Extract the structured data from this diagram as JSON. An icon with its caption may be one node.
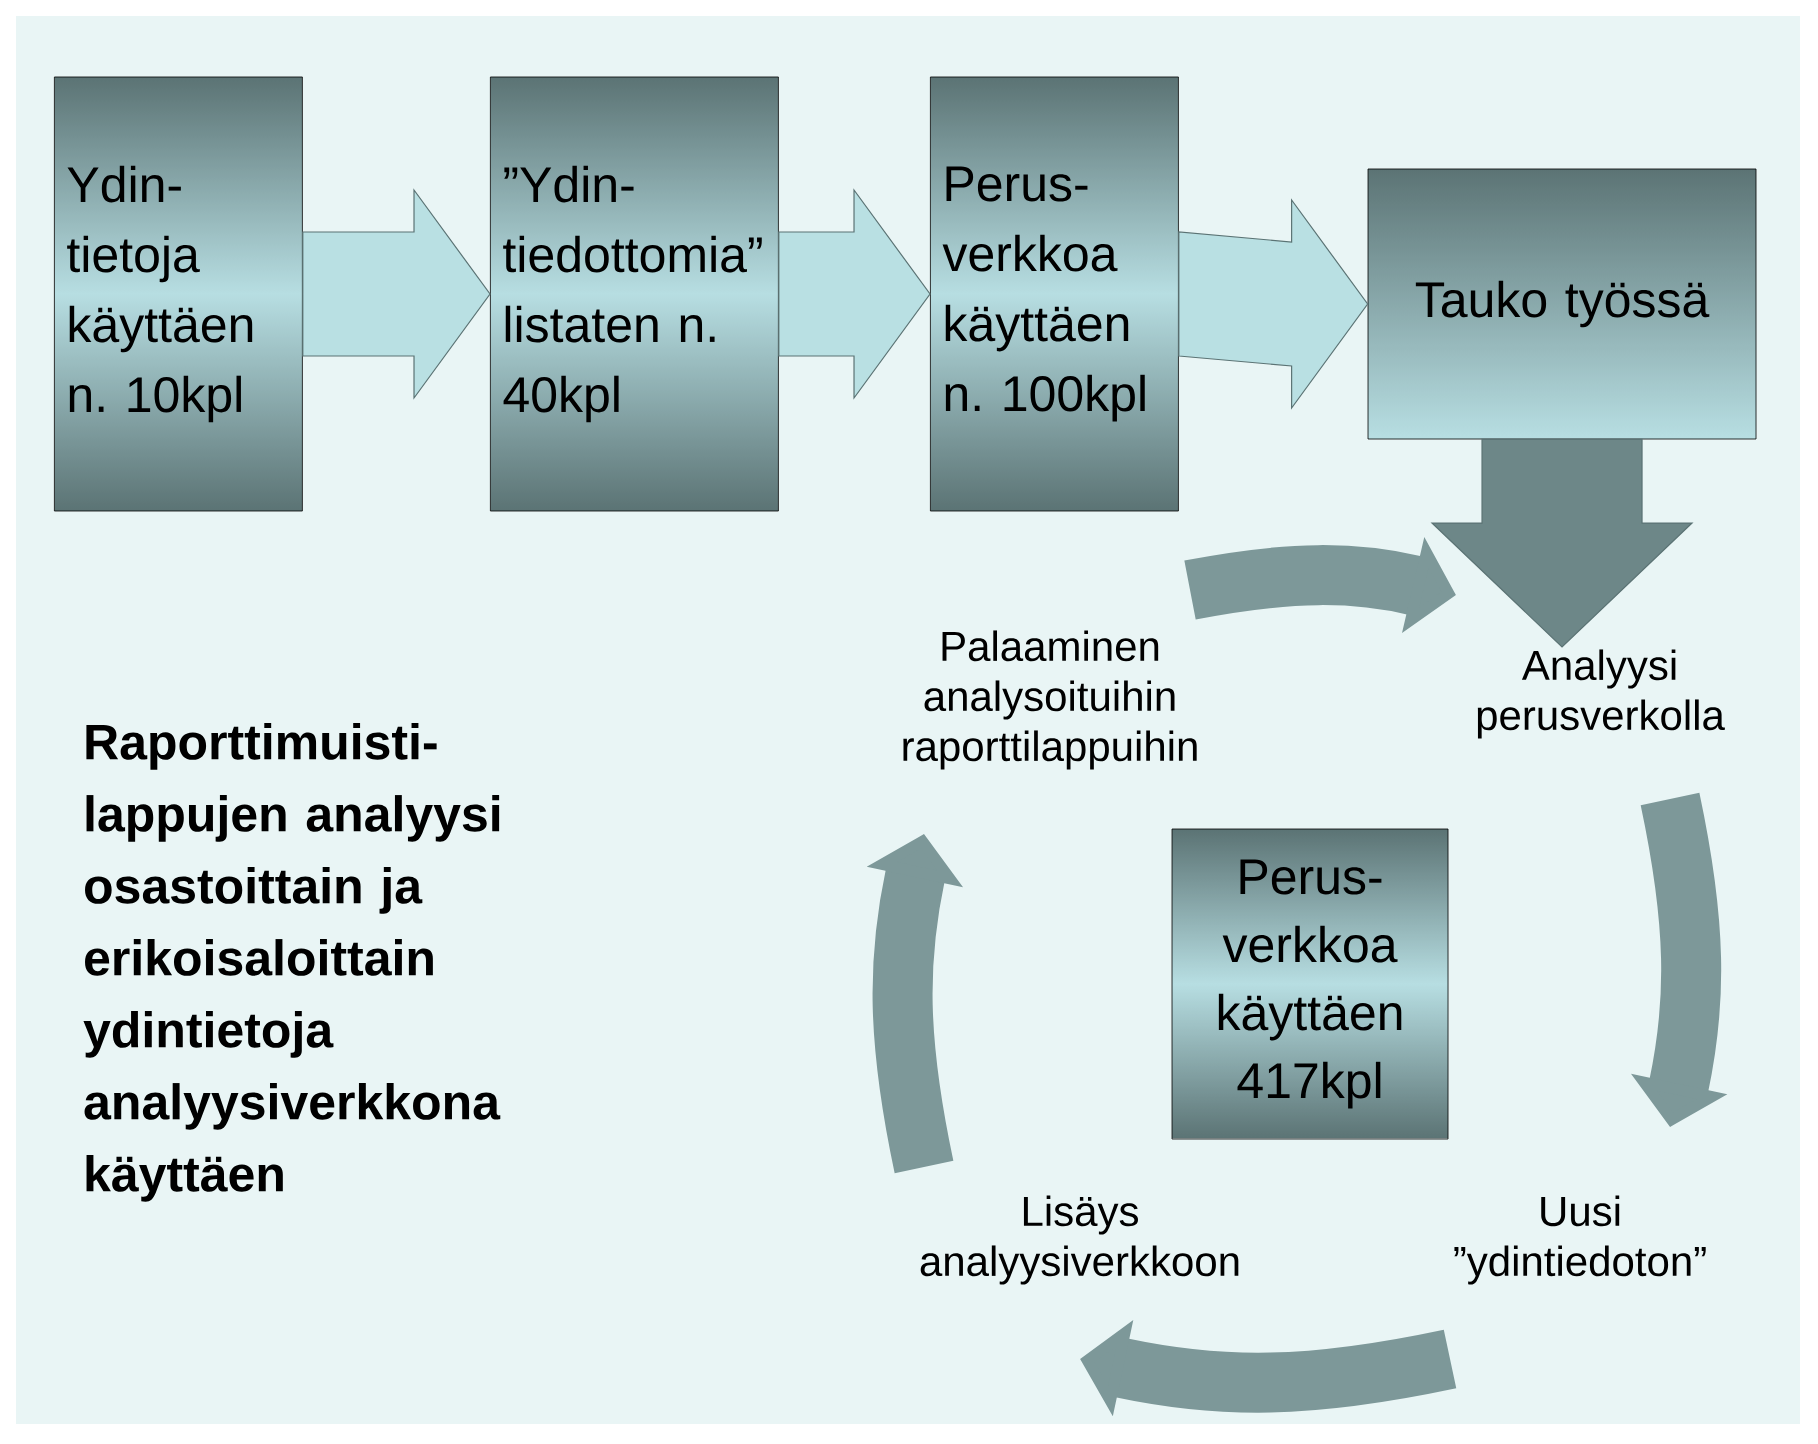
{
  "diagram": {
    "nodes": [
      {
        "text": [
          "Ydin- tietoja käyttäen n. 10kpl"
        ]
      },
      {
        "text": [
          "”Ydin- tiedottomia” listaten n. 40kpl"
        ]
      },
      {
        "text": [
          "Perus- verkkoa käyttäen n. 100kpl"
        ]
      },
      {
        "text": [
          "Tauko työssä"
        ]
      },
      {
        "text": [
          "Analyysi perusverkolla"
        ]
      },
      {
        "text": [
          "Uusi ”ydintiedoton”"
        ]
      },
      {
        "text": [
          "Lisäys analyysiverkkoon"
        ]
      },
      {
        "text": [
          "Palaaminen analysoituihin raporttilappuihin"
        ]
      },
      {
        "text": [
          "Perus- verkkoa käyttäen 417kpl"
        ]
      }
    ],
    "edges": [
      {
        "from": 0,
        "to": 1,
        "arrow": "to",
        "style": "thick"
      },
      {
        "from": 1,
        "to": 2,
        "arrow": "to",
        "style": "thick"
      },
      {
        "from": 2,
        "to": 3,
        "arrow": "to",
        "style": "thick"
      },
      {
        "from": 3,
        "to": 4,
        "arrow": "to",
        "style": "thick"
      },
      {
        "from": 7,
        "to": 4,
        "arrow": "to"
      },
      {
        "from": 4,
        "to": 5,
        "arrow": "to"
      },
      {
        "from": 5,
        "to": 6,
        "arrow": "to"
      },
      {
        "from": 6,
        "to": 7,
        "arrow": "to"
      }
    ],
    "labels": [
      "Raporttimuisti- lappujen analyysi osastoittain ja erikoisaloittain ydintietoja analyysiverkkona käyttäen"
    ]
  }
}
